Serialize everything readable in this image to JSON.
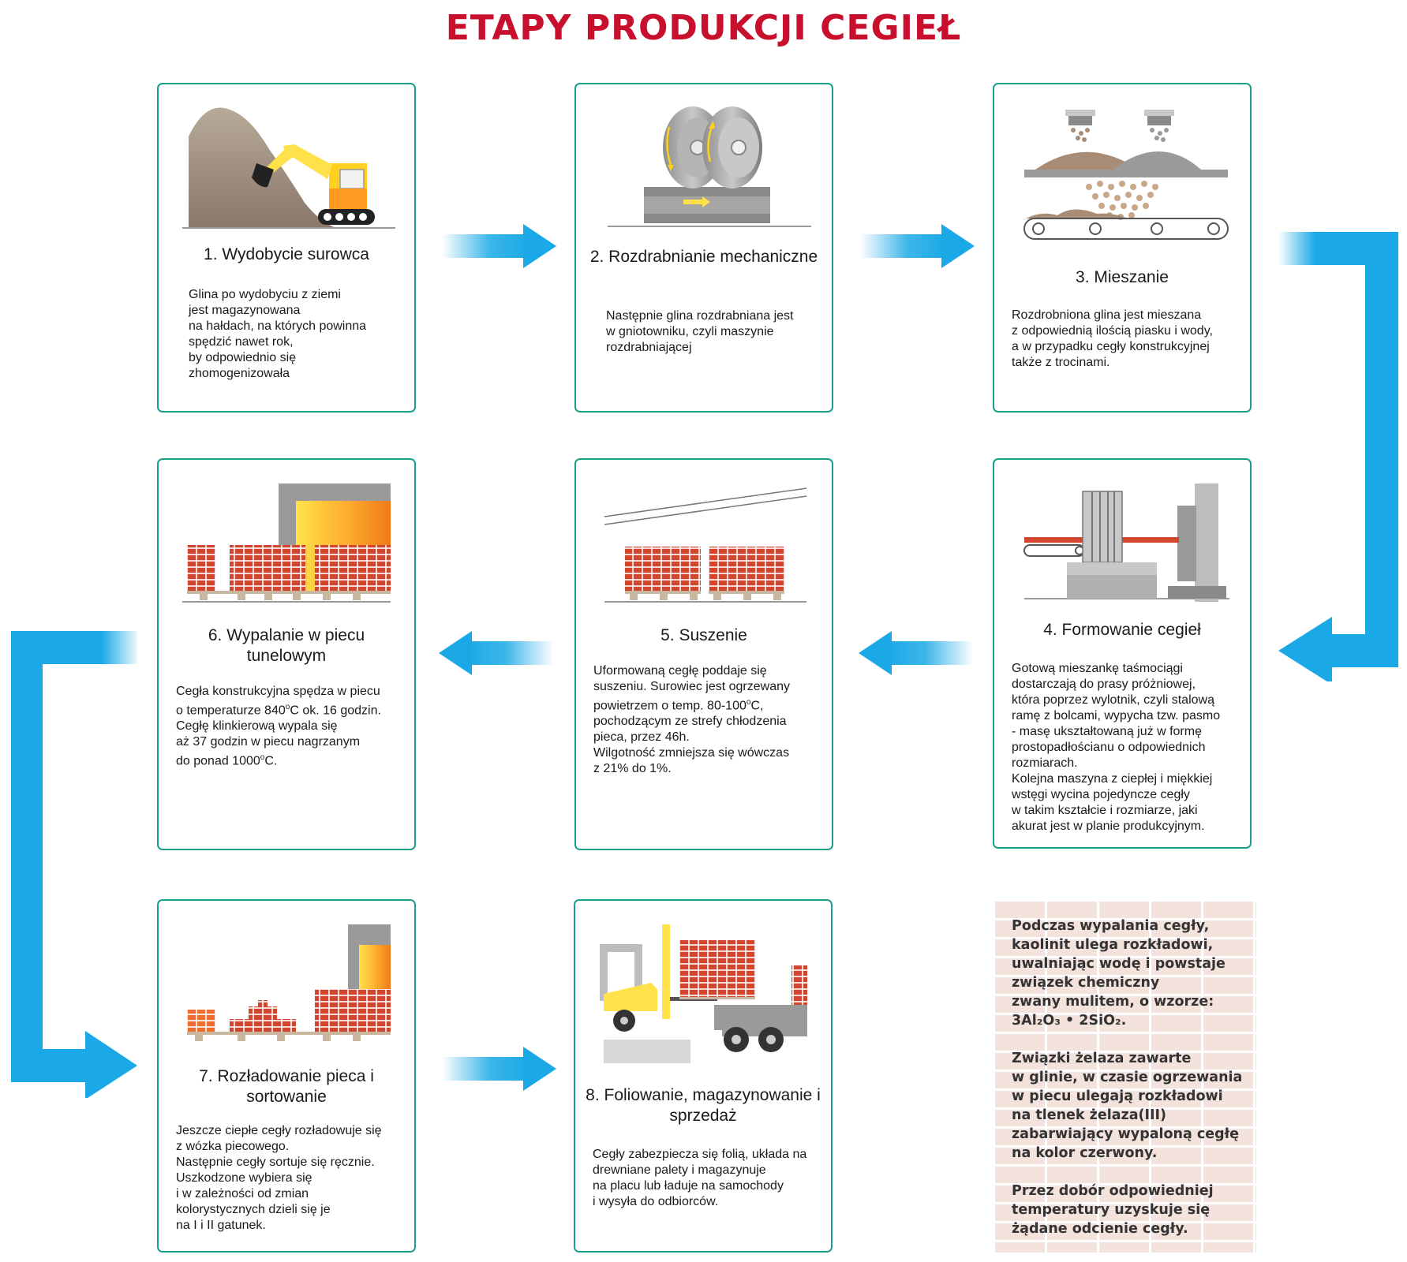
{
  "title": "ETAPY PRODUKCJI CEGIEŁ",
  "colors": {
    "title": "#c8102e",
    "card_border": "#1aa08a",
    "arrow": "#1aa9e6",
    "brick": "#d2462e"
  },
  "steps": [
    {
      "title": "1. Wydobycie surowca",
      "text": "Glina po wydobyciu z ziemi\njest magazynowana\nna hałdach, na których powinna\nspędzić nawet rok,\nby odpowiednio się\nzhomogenizowała"
    },
    {
      "title": "2. Rozdrabnianie\nmechaniczne",
      "text": "Następnie glina rozdrabniana jest\nw gniotowniku, czyli maszynie\nrozdrabniającej"
    },
    {
      "title": "3. Mieszanie",
      "text": "Rozdrobniona glina jest mieszana\nz odpowiednią ilością piasku i wody,\na w przypadku cegły konstrukcyjnej\ntakże z trocinami."
    },
    {
      "title": "4. Formowanie cegieł",
      "text": "Gotową mieszankę taśmociągi\ndostarczają do prasy próżniowej,\nktóra poprzez wylotnik, czyli stalową\nramę z bolcami, wypycha tzw. pasmo\n- masę ukształtowaną już w formę\nprostopadłościanu o odpowiednich\nrozmiarach.\nKolejna maszyna z ciepłej i miękkiej\nwstęgi wycina pojedyncze cegły\nw takim kształcie i rozmiarze, jaki\nakurat jest w planie produkcyjnym."
    },
    {
      "title": "5. Suszenie",
      "text_parts": [
        "Uformowaną cegłę poddaje się\nsuszeniu. Surowiec jest ogrzewany\npowietrzem o temp. 80-100",
        "o",
        "C,\npochodzącym ze strefy chłodzenia\npieca, przez 46h.\nWilgotność zmniejsza się wówczas\nz 21% do 1%."
      ]
    },
    {
      "title": "6. Wypalanie w piecu\ntunelowym",
      "text_parts": [
        "Cegła konstrukcyjna spędza w piecu\no temperaturze 840",
        "o",
        "C ok. 16 godzin.\nCegłę klinkierową wypala się\naż 37 godzin w piecu nagrzanym\ndo ponad 1000",
        "o",
        "C."
      ]
    },
    {
      "title": "7. Rozładowanie pieca\ni sortowanie",
      "text": "Jeszcze ciepłe cegły rozładowuje się\nz wózka piecowego.\nNastępnie cegły sortuje się ręcznie.\nUszkodzone wybiera się\ni w zależności od zmian\nkolorystycznych dzieli się je\nna I i II gatunek."
    },
    {
      "title": "8. Foliowanie,\nmagazynowanie i sprzedaż",
      "text": "Cegły zabezpiecza się folią, układa na\ndrewniane palety i magazynuje\nna placu lub ładuje na samochody\ni wysyła do odbiorców."
    }
  ],
  "info": [
    "Podczas wypalania cegły,\nkaolinit ulega rozkładowi,\nuwalniając wodę i powstaje\nzwiązek chemiczny\nzwany mulitem, o wzorze:\n3Al₂O₃ • 2SiO₂.",
    "Związki żelaza zawarte\nw glinie, w czasie ogrzewania\nw piecu ulegają rozkładowi\nna tlenek żelaza(III)\nzabarwiający wypaloną cegłę\nna kolor czerwony.",
    "Przez dobór odpowiedniej\ntemperatury uzyskuje się\nżądane odcienie cegły."
  ]
}
